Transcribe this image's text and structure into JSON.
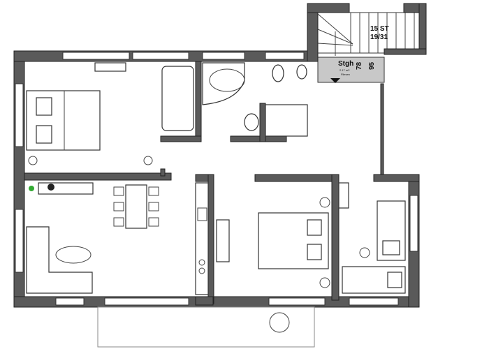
{
  "stairs": {
    "label": "15 ST",
    "ratio": "19/31"
  },
  "landing": {
    "label": "Stgh",
    "area": "2.17 m2",
    "floor": "Fliesen",
    "dim_width": "78",
    "dim_height": "95"
  },
  "colors": {
    "wall": "#5a5a5a",
    "landing": "#c8c8c8",
    "background": "#ffffff"
  }
}
